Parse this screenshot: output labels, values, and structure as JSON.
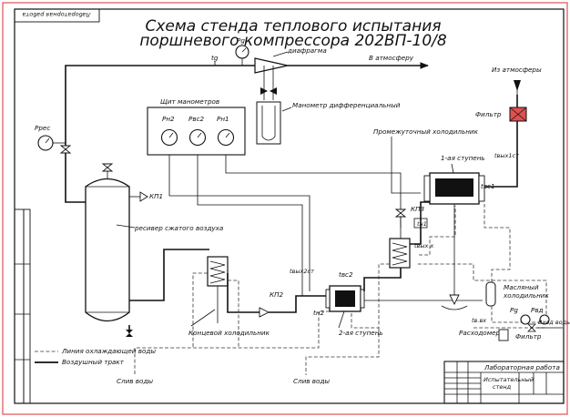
{
  "title": {
    "line1": "Схема стенда теплового испытания",
    "line2": "поршневого компрессора 202ВП-10/8"
  },
  "stamp_vertical": "Лабораторная работа",
  "labels": {
    "atmosphere_out": "В атмосферу",
    "atmosphere_in": "Из атмосферы",
    "diaphragm": "диафрагма",
    "tg": "tg",
    "pg": "Pg",
    "prec": "Pрес",
    "kp1": "КП1",
    "kp2": "КП2",
    "kp3": "КП3",
    "manometer_panel": "Щит манометров",
    "pn2": "Pн2",
    "pvs2": "Pвс2",
    "pn1": "Pн1",
    "diff_manometer": "Манометр дифференциальный",
    "filter_top": "Фильтр",
    "intercooler": "Промежуточный холодильник",
    "stage1": "1-ая ступень",
    "stage2": "2-ая ступень",
    "tvs1": "tвс1",
    "tvs2": "tвс2",
    "tn1": "tн1",
    "tn2": "tн2",
    "t_out1": "tвых1ст",
    "t_out2": "tвых2ст",
    "t_out_x": "tвых х",
    "receiver": "ресивер сжатого воздуха",
    "end_cooler": "Концевой холодильник",
    "oil_cooler_1": "Масляный",
    "oil_cooler_2": "холодильник",
    "t_vh": "tв.вх",
    "pvd": "Pвд",
    "water_in": "Вход воды",
    "flowmeter": "Расходомер",
    "filter_bottom": "Фильтр",
    "drain1": "Слив воды",
    "drain2": "Слив воды"
  },
  "legend": [
    {
      "label": "Линия охлаждающей воды",
      "style": "dashed"
    },
    {
      "label": "Воздушный тракт",
      "style": "solid"
    }
  ],
  "stamp": {
    "doc_title": "Лабораторная работа",
    "doc_name_1": "Испытательный",
    "doc_name_2": "стенд"
  },
  "colors": {
    "frame_accent": "#e05050",
    "filter_fill": "#e05050",
    "ink": "#111111"
  }
}
